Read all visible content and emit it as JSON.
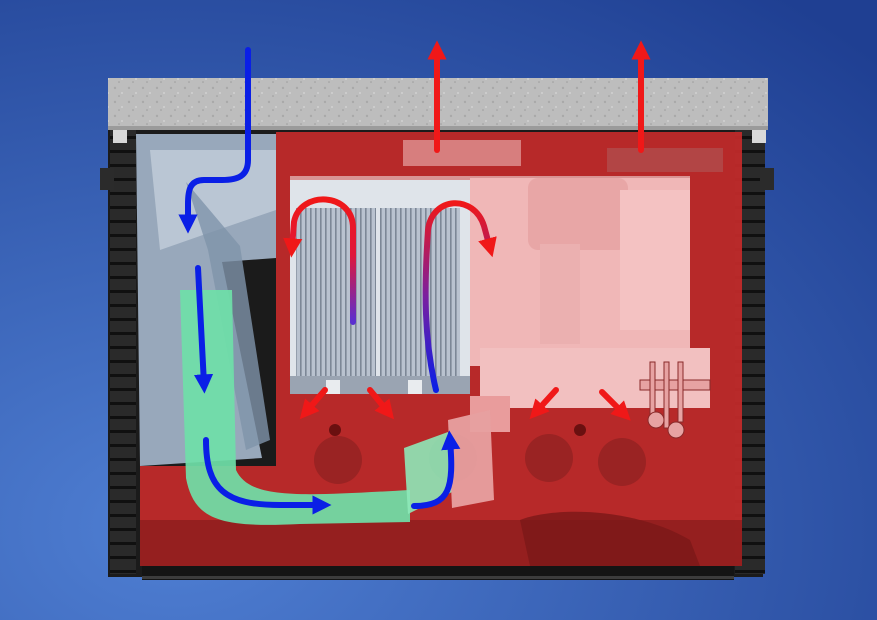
{
  "diagram": {
    "type": "enclosure-airflow-cutaway",
    "colors": {
      "background_light": "#4f7fd3",
      "background_dark": "#1f3f92",
      "cold_air_arrow": "#0a1fe6",
      "hot_air_arrow": "#f01818",
      "hot_zone_tint": "#c42a2a",
      "cold_zone_tint": "#9fb0c4",
      "duct_tint": "#6fe0a8",
      "enclosure_frame": "#1b1b1b",
      "concrete_lid": "#bdbdbd"
    },
    "icons": [
      "cold-air-arrow",
      "hot-air-arrow",
      "heatsink",
      "duct",
      "cable-glands"
    ]
  }
}
